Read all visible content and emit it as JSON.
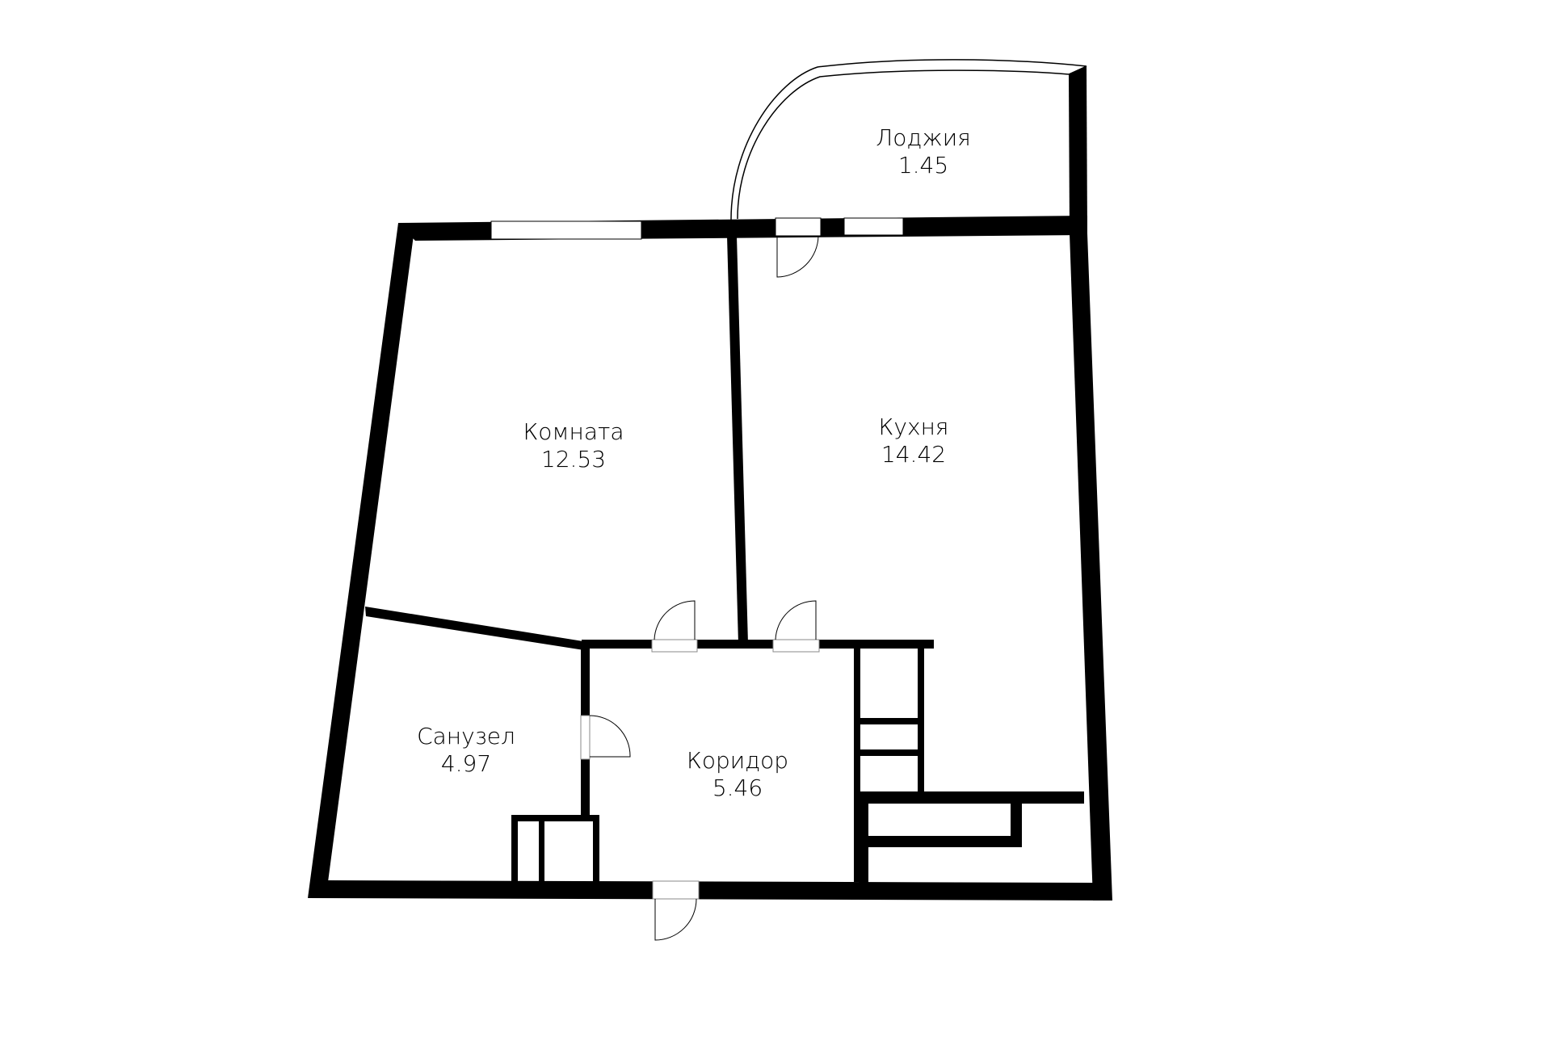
{
  "plan": {
    "wall_color": "#000000",
    "background": "#ffffff",
    "rooms": [
      {
        "id": "loggia",
        "name": "Лоджия",
        "area": "1.45"
      },
      {
        "id": "room",
        "name": "Комната",
        "area": "12.53"
      },
      {
        "id": "kitchen",
        "name": "Кухня",
        "area": "14.42"
      },
      {
        "id": "bathroom",
        "name": "Санузел",
        "area": "4.97"
      },
      {
        "id": "corridor",
        "name": "Коридор",
        "area": "5.46"
      }
    ]
  }
}
